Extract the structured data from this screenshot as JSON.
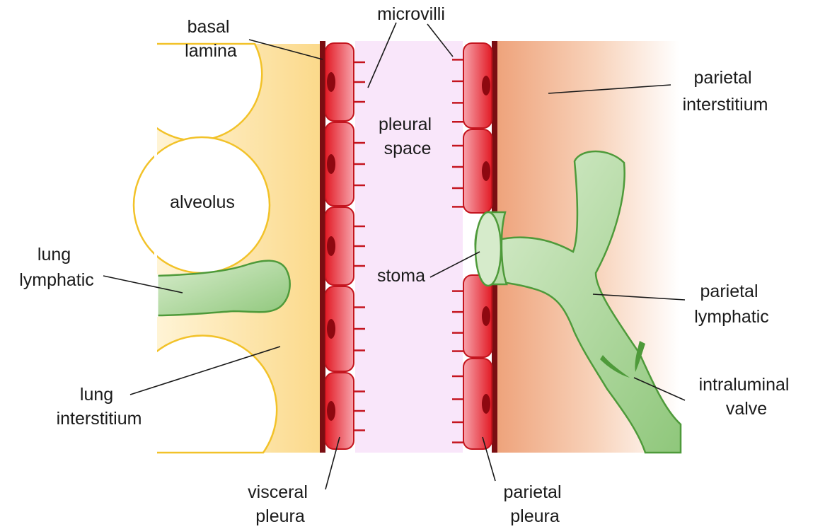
{
  "labels": {
    "basal_lamina": [
      "basal",
      "lamina"
    ],
    "microvilli": "microvilli",
    "parietal_interstitium": [
      "parietal",
      "interstitium"
    ],
    "pleural_space": [
      "pleural",
      "space"
    ],
    "alveolus": "alveolus",
    "lung_lymphatic": [
      "lung",
      "lymphatic"
    ],
    "stoma": "stoma",
    "parietal_lymphatic": [
      "parietal",
      "lymphatic"
    ],
    "intraluminal_valve": [
      "intraluminal",
      "valve"
    ],
    "lung_interstitium": [
      "lung",
      "interstitium"
    ],
    "visceral_pleura": [
      "visceral",
      "pleura"
    ],
    "parietal_pleura": [
      "parietal",
      "pleura"
    ]
  },
  "colors": {
    "lung_interstitium": "#fde7a8",
    "alveolus_outline": "#f2c229",
    "mesothelial_cell": "#e8202a",
    "nucleus": "#8e0810",
    "pleural_space": "#f9e6fa",
    "parietal_interstitium": "#f2b48c",
    "lymphatic_fill": "#a6d394",
    "lymphatic_outline": "#4e9a3a"
  }
}
